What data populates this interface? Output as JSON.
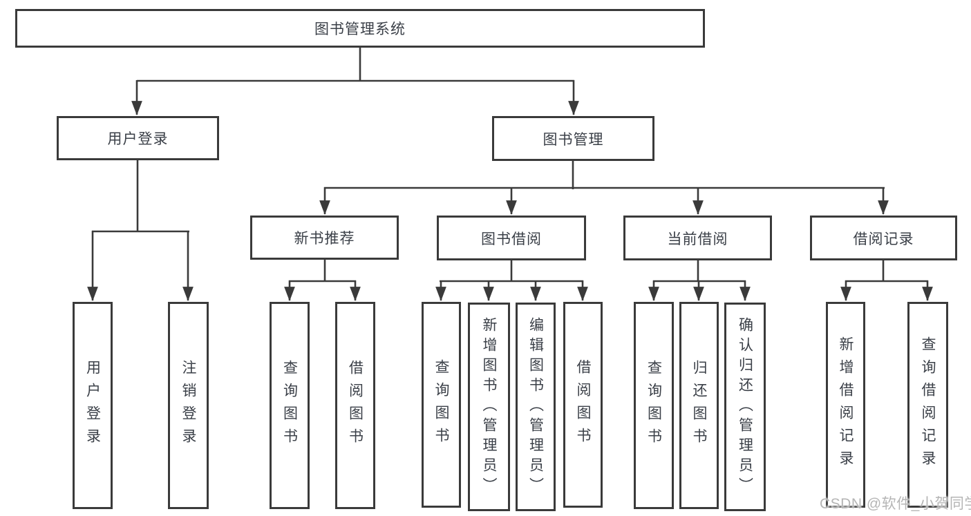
{
  "diagram": {
    "root": "图书管理系统",
    "branches": {
      "user_login": "用户登录",
      "book_mgmt": "图书管理"
    },
    "modules": {
      "new_rec": "新书推荐",
      "borrow": "图书借阅",
      "current": "当前借阅",
      "records": "借阅记录"
    },
    "leaves": {
      "user_login": "用户登录",
      "logout": "注销登录",
      "rec_query": "查询图书",
      "rec_borrow": "借阅图书",
      "bor_query": "查询图书",
      "bor_add": "新增图书（管理员）",
      "bor_edit": "编辑图书（管理员）",
      "bor_borrow": "借阅图书",
      "cur_query": "查询图书",
      "cur_return": "归还图书",
      "cur_confirm": "确认归还（管理员）",
      "rc_add": "新增借阅记录",
      "rc_query": "查询借阅记录"
    }
  },
  "watermark": "CSDN @软件_小贺同学",
  "colors": {
    "line": "#3a3a3a",
    "text": "#3a3f47",
    "watermark": "#b5b5b5",
    "background": "#ffffff"
  }
}
